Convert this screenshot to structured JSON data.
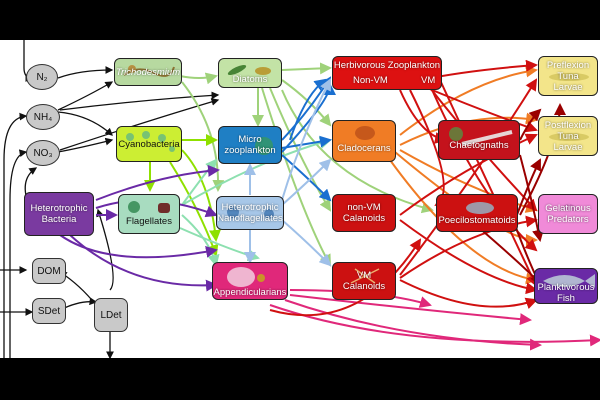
{
  "nodes": {
    "n2": "N₂",
    "nh4": "NH₄",
    "no3": "NO₃",
    "dom": "DOM",
    "sdet": "SDet",
    "ldet": "LDet",
    "trichodesmium": "Trichodesmium",
    "cyanobacteria": "Cyanobacteria",
    "heterotrophic_bacteria": "Heterotrophic\nBacteria",
    "flagellates": "Flagellates",
    "diatoms": "Diatoms",
    "microzooplankton": "Micro\nzooplankton",
    "heterotrophic_nanoflagellates": "Heterotrophic\nNanoflagellates",
    "appendicularians": "Appendicularians",
    "herbivorous_zooplankton": "Herbivorous Zooplankton",
    "non_vm": "Non-VM",
    "vm": "VM",
    "cladocerans": "Cladocerans",
    "non_vm_calanoids": "non-VM\nCalanoids",
    "vm_calanoids": "VM\nCalanoids",
    "chaetognaths": "Chaetognaths",
    "poecilostomatoids": "Poecilostomatoids",
    "preflexion_tuna_larvae": "Preflexion\nTuna\nLarvae",
    "postflexion_tuna_larvae": "Postflexion\nTuna\nLarvae",
    "gelatinous_predators": "Gelatinous\nPredators",
    "planktivorous_fish": "Planktivorous\nFish"
  },
  "colors": {
    "nutrient_pool": "#c9c9c9",
    "trichodesmium": "#b7d9a0",
    "cyanobacteria": "#ccee33",
    "heterotrophic_bacteria": "#7a3aa0",
    "flagellates": "#a8dcc0",
    "diatoms": "#c3e3a6",
    "microzooplankton": "#1f7fc4",
    "heterotrophic_nanoflagellates": "#a7c7e8",
    "appendicularians": "#e0287a",
    "herbivorous_zooplankton": "#dd1111",
    "cladocerans": "#f07c25",
    "calanoids": "#cc1111",
    "chaetognaths": "#c4121c",
    "poecilostomatoids": "#cc1111",
    "tuna_larvae": "#f3e58a",
    "gelatinous_predators": "#f08ad8",
    "planktivorous_fish": "#6a2aa6"
  },
  "icons": [
    "trichodesmium-icon",
    "cyanobacteria-cell-icon",
    "diatom-icon",
    "microzooplankton-icon",
    "flagellate-icon",
    "nanoflagellate-icon",
    "appendicularian-icon",
    "cladoceran-icon",
    "chaetognath-icon",
    "copepod-icon",
    "tuna-larva-icon",
    "jellyfish-icon",
    "fish-icon"
  ]
}
